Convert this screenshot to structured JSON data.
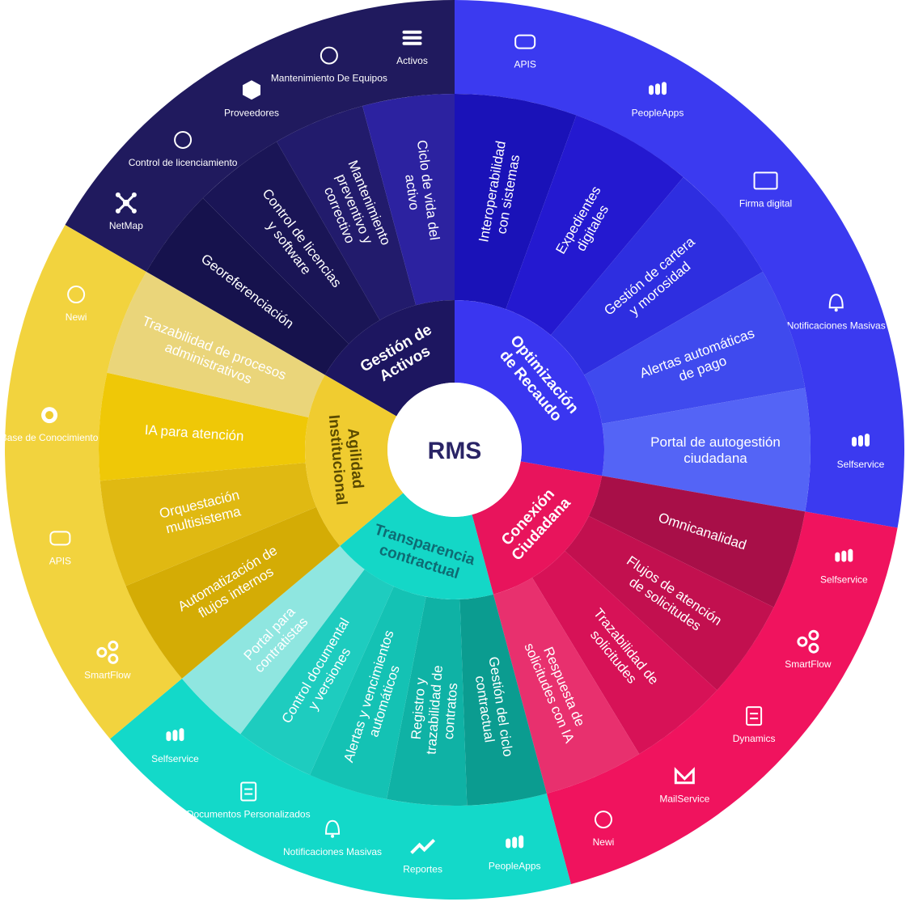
{
  "center": {
    "label": "RMS",
    "color": "#ffffff",
    "text_color": "#2a2466"
  },
  "categories": [
    {
      "id": "gestion",
      "title": [
        "Gestión de",
        "Activos"
      ],
      "colors": {
        "outer": "#201A5E",
        "inner": "#1D1660",
        "label_text": "#ffffff"
      },
      "items": [
        {
          "text": [
            "Georeferenciación"
          ],
          "bg": "#16124D",
          "fg": "#ffffff"
        },
        {
          "text": [
            "Control de licencias",
            "y software"
          ],
          "bg": "#1A1556",
          "fg": "#ffffff"
        },
        {
          "text": [
            "Mantenimiento",
            "preventivo y",
            "correctivo"
          ],
          "bg": "#221B6C",
          "fg": "#ffffff"
        },
        {
          "text": [
            "Ciclo de vida del",
            "activo"
          ],
          "bg": "#2C22A0",
          "fg": "#ffffff"
        }
      ],
      "tools": [
        {
          "name": "NetMap",
          "icon": "netmap-icon"
        },
        {
          "name": "Control de licenciamiento",
          "icon": "license-badge-icon"
        },
        {
          "name": "Proveedores",
          "icon": "box-icon"
        },
        {
          "name": "Mantenimiento De Equipos",
          "icon": "tools-icon"
        },
        {
          "name": "Activos",
          "icon": "stack-icon"
        }
      ]
    },
    {
      "id": "recaudo",
      "title": [
        "Optimización",
        "de Recaudo"
      ],
      "colors": {
        "outer": "#3B3AF0",
        "inner": "#3A36F0",
        "label_text": "#ffffff"
      },
      "items": [
        {
          "text": [
            "Interoperabilidad",
            "con sistemas"
          ],
          "bg": "#1A12B8",
          "fg": "#ffffff"
        },
        {
          "text": [
            "Expedientes",
            "digitales"
          ],
          "bg": "#2419D0",
          "fg": "#ffffff"
        },
        {
          "text": [
            "Gestión de cartera",
            "y morosidad"
          ],
          "bg": "#2E2EE0",
          "fg": "#ffffff"
        },
        {
          "text": [
            "Alertas automáticas",
            "de pago"
          ],
          "bg": "#3F4AEE",
          "fg": "#ffffff"
        },
        {
          "text": [
            "Portal de autogestión",
            "ciudadana"
          ],
          "bg": "#5464F6",
          "fg": "#ffffff"
        }
      ],
      "tools": [
        {
          "name": "APIS",
          "icon": "api-cloud-icon"
        },
        {
          "name": "PeopleApps",
          "icon": "peopleapps-icon"
        },
        {
          "name": "Firma digital",
          "icon": "signature-icon"
        },
        {
          "name": "Notificaciones Masivas",
          "icon": "bell-icon"
        },
        {
          "name": "Selfservice",
          "icon": "selfservice-icon"
        }
      ]
    },
    {
      "id": "conexion",
      "title": [
        "Conexión",
        "Ciudadana"
      ],
      "colors": {
        "outer": "#F0135E",
        "inner": "#E8145C",
        "label_text": "#ffffff"
      },
      "items": [
        {
          "text": [
            "Omnicanalidad"
          ],
          "bg": "#A80F48",
          "fg": "#ffffff"
        },
        {
          "text": [
            "Flujos de atención",
            "de solicitudes"
          ],
          "bg": "#C2104F",
          "fg": "#ffffff"
        },
        {
          "text": [
            "Trazabilidad de",
            "solicitudes"
          ],
          "bg": "#D71257",
          "fg": "#ffffff"
        },
        {
          "text": [
            "Respuesta de",
            "solicitudes con IA"
          ],
          "bg": "#E8306E",
          "fg": "#ffffff"
        }
      ],
      "tools": [
        {
          "name": "Selfservice",
          "icon": "selfservice-icon"
        },
        {
          "name": "SmartFlow",
          "icon": "smartflow-icon"
        },
        {
          "name": "Dynamics",
          "icon": "clipboard-check-icon"
        },
        {
          "name": "MailService",
          "icon": "mail-icon"
        },
        {
          "name": "Newi",
          "icon": "newi-icon"
        }
      ]
    },
    {
      "id": "transparencia",
      "title": [
        "Transparencia",
        "contractual"
      ],
      "colors": {
        "outer": "#13D9C9",
        "inner": "#14D7C7",
        "label_text": "#0E6B73"
      },
      "items": [
        {
          "text": [
            "Gestión del ciclo",
            "contractual"
          ],
          "bg": "#0B9C90",
          "fg": "#ffffff"
        },
        {
          "text": [
            "Registro y",
            "trazabilidad de",
            "contratos"
          ],
          "bg": "#0FB2A5",
          "fg": "#ffffff"
        },
        {
          "text": [
            "Alertas y vencimientos",
            "automáticos"
          ],
          "bg": "#14C2B4",
          "fg": "#ffffff"
        },
        {
          "text": [
            "Control documental",
            "y versiones"
          ],
          "bg": "#1ECCBF",
          "fg": "#ffffff"
        },
        {
          "text": [
            "Portal para",
            "contratistas"
          ],
          "bg": "#8FE6E0",
          "fg": "#0E6B73"
        }
      ],
      "tools": [
        {
          "name": "PeopleApps",
          "icon": "peopleapps-icon"
        },
        {
          "name": "Reportes",
          "icon": "trend-up-icon"
        },
        {
          "name": "Notificaciones Masivas",
          "icon": "bell-icon"
        },
        {
          "name": "Documentos Personalizados",
          "icon": "document-user-icon"
        },
        {
          "name": "Selfservice",
          "icon": "selfservice-icon"
        }
      ]
    },
    {
      "id": "agilidad",
      "title": [
        "Agilidad",
        "Institucional"
      ],
      "colors": {
        "outer": "#F2D33E",
        "inner": "#F0CC30",
        "label_text": "#5A4A00"
      },
      "items": [
        {
          "text": [
            "Automatización de",
            "flujos internos"
          ],
          "bg": "#D4AC05",
          "fg": "#ffffff"
        },
        {
          "text": [
            "Orquestación",
            "multisistema"
          ],
          "bg": "#E0B912",
          "fg": "#ffffff"
        },
        {
          "text": [
            "IA para atención"
          ],
          "bg": "#EFC807",
          "fg": "#5A4A00"
        },
        {
          "text": [
            "Trazabilidad de procesos",
            "administrativos"
          ],
          "bg": "#EAD57A",
          "fg": "#5A4A00"
        }
      ],
      "tools": [
        {
          "name": "SmartFlow",
          "icon": "smartflow-icon"
        },
        {
          "name": "APIS",
          "icon": "api-cloud-icon"
        },
        {
          "name": "Base de Conocimiento",
          "icon": "target-icon"
        },
        {
          "name": "Newi",
          "icon": "newi-icon"
        }
      ]
    }
  ]
}
